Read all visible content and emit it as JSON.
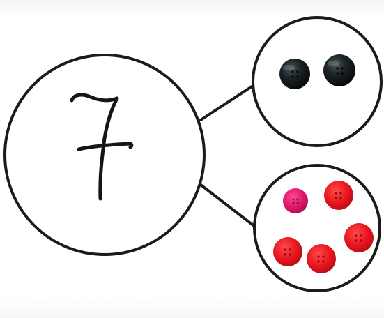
{
  "whole": {
    "number": "7"
  },
  "parts": [
    {
      "count": 2,
      "button_color": "#141a1d"
    },
    {
      "count": 5,
      "button_color": "#e8141d"
    }
  ],
  "colors": {
    "line": "#1b1b1b",
    "background": "#ffffff",
    "black_button": "#141a1d",
    "red_button": "#e8141d",
    "pink_button": "#e0156a"
  }
}
